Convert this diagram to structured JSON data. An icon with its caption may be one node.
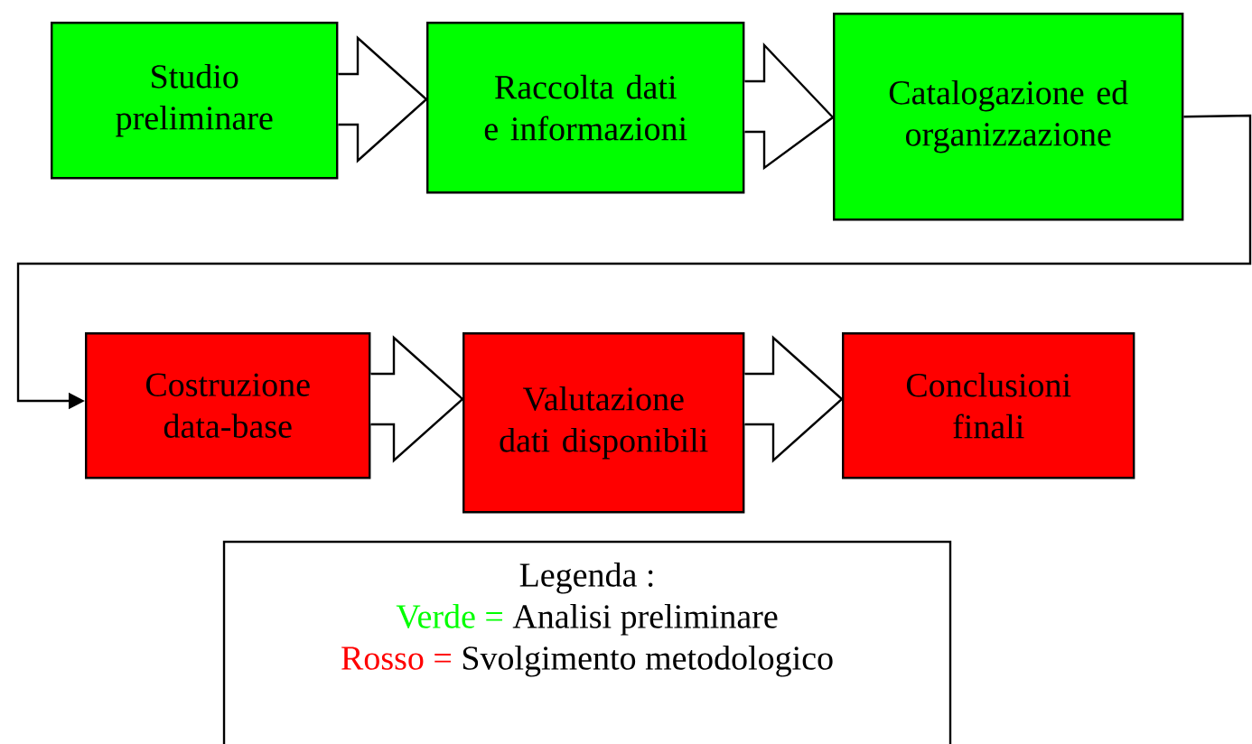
{
  "diagram": {
    "nodes": [
      {
        "text": [
          "Studio preliminare"
        ]
      },
      {
        "text": [
          "Raccolta dati e informazioni"
        ]
      },
      {
        "text": [
          "Catalogazione ed organizzazione"
        ]
      },
      {
        "text": [
          "Costruzione data-base"
        ]
      },
      {
        "text": [
          "Valutazione dati disponibili"
        ]
      },
      {
        "text": [
          "Conclusioni finali"
        ]
      },
      {
        "text": [
          "Legenda :"
        ]
      }
    ],
    "edges": [
      {
        "from": 0,
        "to": 1,
        "arrow": "to"
      },
      {
        "from": 1,
        "to": 2,
        "arrow": "to"
      },
      {
        "from": 2,
        "to": 3,
        "arrow": "to"
      },
      {
        "from": 3,
        "to": 4,
        "arrow": "to"
      },
      {
        "from": 4,
        "to": 5,
        "arrow": "to"
      }
    ],
    "labels": [
      "Verde =",
      "Rosso ="
    ],
    "legend": [
      {
        "text": "Analisi preliminare",
        "color": "#00ff00"
      },
      {
        "text": "Svolgimento metodologico",
        "color": "#ff0000"
      }
    ]
  }
}
